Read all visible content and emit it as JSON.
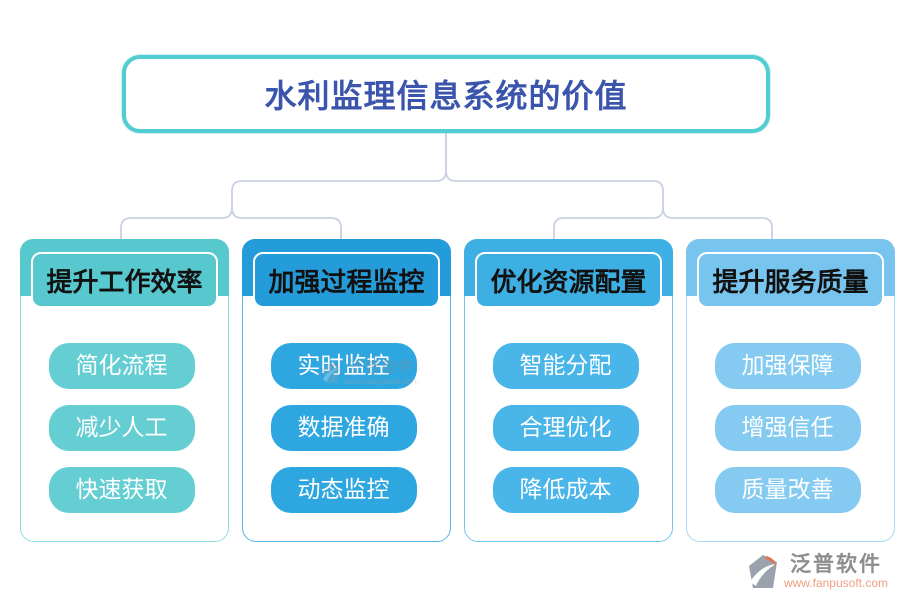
{
  "title": "水利监理信息系统的价值",
  "branches": [
    {
      "label": "提升工作效率",
      "items": [
        "简化流程",
        "减少人工",
        "快速获取"
      ],
      "colors": {
        "band": "#57c8cd",
        "pill": "#65ced3",
        "border": "#8edee1"
      }
    },
    {
      "label": "加强过程监控",
      "items": [
        "实时监控",
        "数据准确",
        "动态监控"
      ],
      "colors": {
        "band": "#259cda",
        "pill": "#2ea6df",
        "border": "#58b7e6"
      }
    },
    {
      "label": "优化资源配置",
      "items": [
        "智能分配",
        "合理优化",
        "降低成本"
      ],
      "colors": {
        "band": "#3eafe3",
        "pill": "#49b5e8",
        "border": "#72c6ee"
      }
    },
    {
      "label": "提升服务质量",
      "items": [
        "加强保障",
        "增强信任",
        "质量改善"
      ],
      "colors": {
        "band": "#77c4ee",
        "pill": "#85cbf1",
        "border": "#a5d9f5"
      }
    }
  ],
  "footer": {
    "brand": "泛普软件",
    "url": "www.fanpusoft.com"
  },
  "watermark": {
    "brand": "泛普软件",
    "url": "www.fanpusoft.com"
  },
  "theme": {
    "title_text": "#3a55ab",
    "title_border": "#52cdd1",
    "connector": "#c9d1e3",
    "header_text": "#111111",
    "pill_text": "#ffffff",
    "brand_gray": "#8d8d8d",
    "brand_orange": "#ef9e80"
  }
}
